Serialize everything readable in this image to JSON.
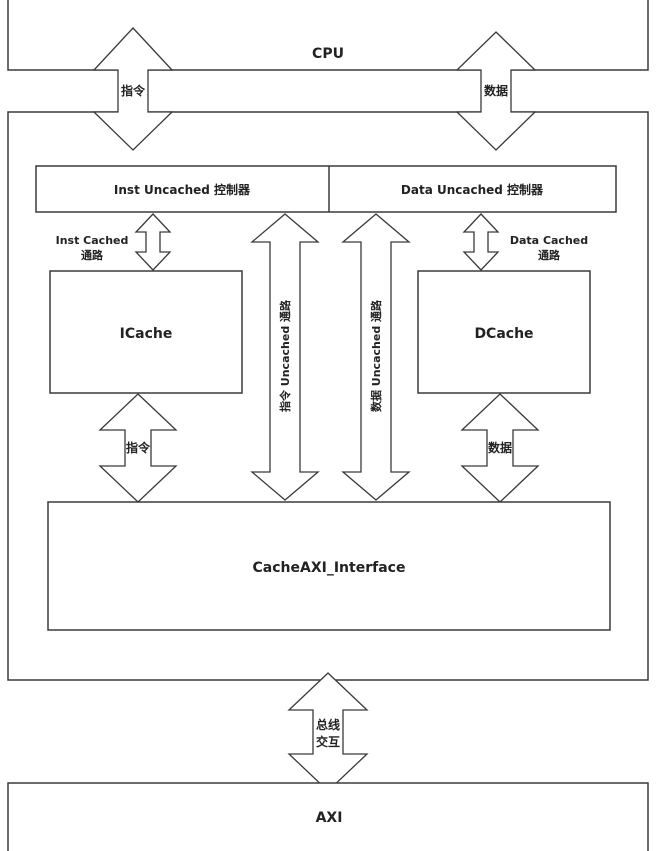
{
  "blocks": {
    "cpu": "CPU",
    "inst_ctrl": "Inst Uncached 控制器",
    "data_ctrl": "Data Uncached 控制器",
    "icache": "ICache",
    "dcache": "DCache",
    "axi_iface": "CacheAXI_Interface",
    "axi": "AXI"
  },
  "arrows": {
    "cpu_inst": "指令",
    "cpu_data": "数据",
    "inst_cached_1": "Inst Cached",
    "inst_cached_2": "通路",
    "data_cached_1": "Data Cached",
    "data_cached_2": "通路",
    "inst_uncached": "指令 Uncached 通路",
    "data_uncached": "数据 Uncached 通路",
    "icache_inst": "指令",
    "dcache_data": "数据",
    "bus_1": "总线",
    "bus_2": "交互"
  }
}
